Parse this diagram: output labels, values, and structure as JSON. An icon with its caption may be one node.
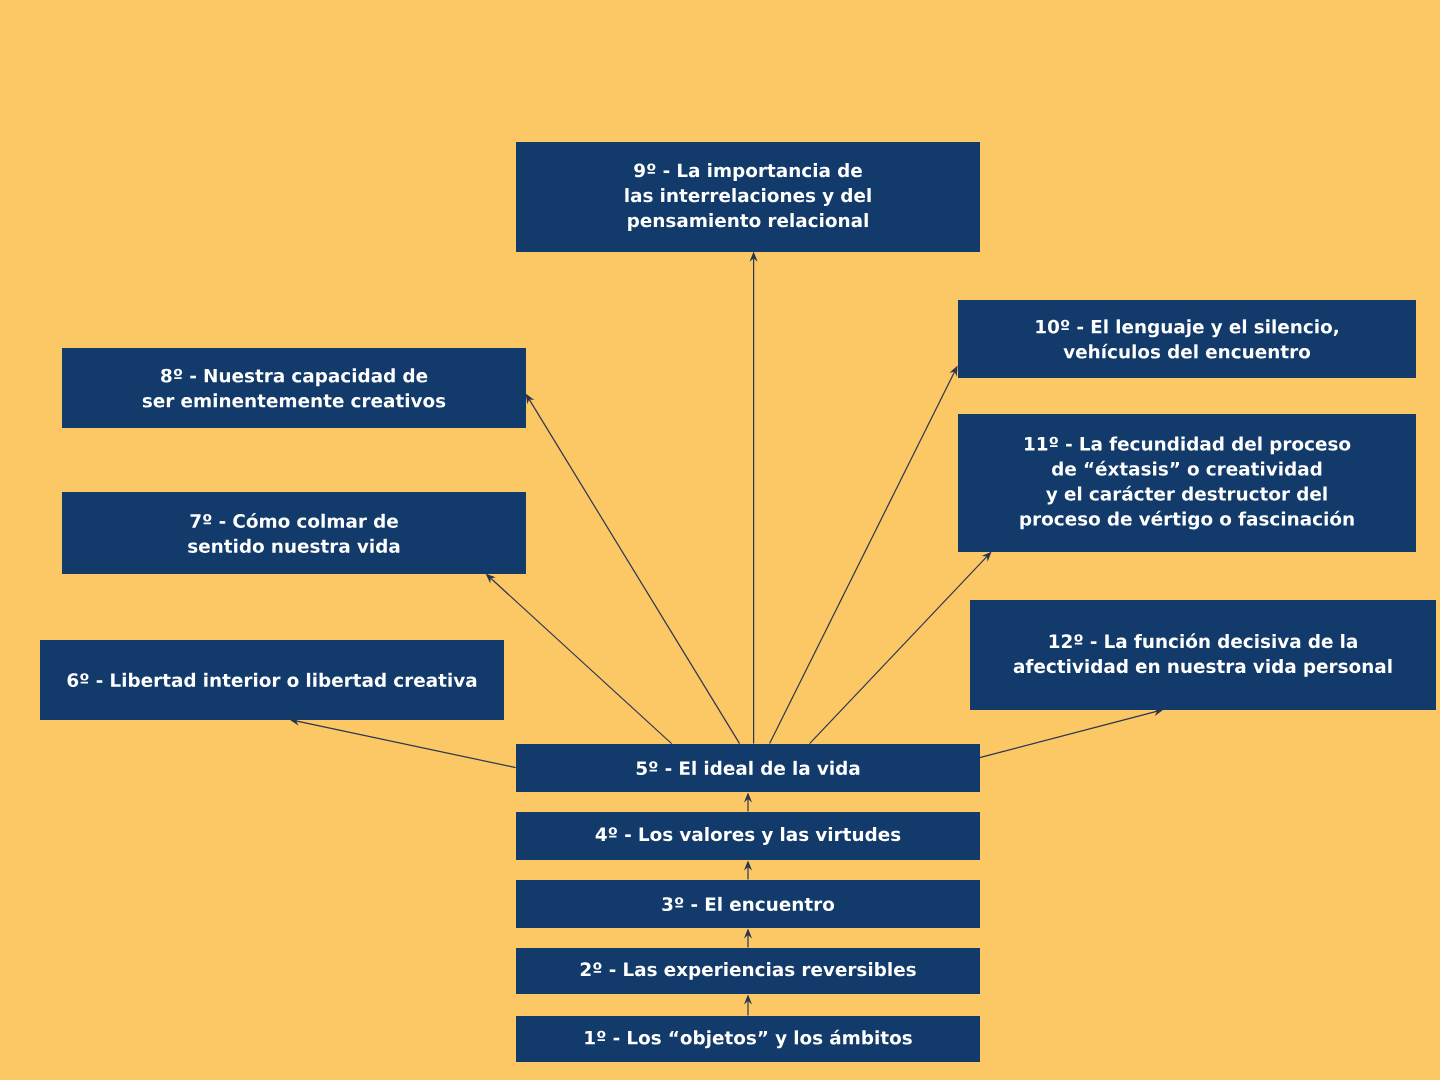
{
  "diagram": {
    "nodes": [
      {
        "text": [
          "1º - Los “objetos” y los ámbitos"
        ]
      },
      {
        "text": [
          "2º - Las experiencias reversibles"
        ]
      },
      {
        "text": [
          "3º - El encuentro"
        ]
      },
      {
        "text": [
          "4º -  Los valores y las virtudes"
        ]
      },
      {
        "text": [
          "5º - El ideal de la vida"
        ]
      },
      {
        "text": [
          "6º - Libertad interior o libertad creativa"
        ]
      },
      {
        "text": [
          "7º - Cómo colmar de sentido nuestra vida"
        ]
      },
      {
        "text": [
          "8º - Nuestra capacidad de ser eminentemente creativos"
        ]
      },
      {
        "text": [
          "9º - La importancia de las interrelaciones y del pensamiento relacional"
        ]
      },
      {
        "text": [
          "10º - El lenguaje y el silencio, vehículos del encuentro"
        ]
      },
      {
        "text": [
          "11º - La fecundidad del proceso de “éxtasis” o creatividad y el carácter destructor del proceso de vértigo o fascinación"
        ]
      },
      {
        "text": [
          "12º - La función decisiva de la afectividad en nuestra vida personal"
        ]
      }
    ],
    "edges": [
      {
        "from": 0,
        "to": 1,
        "arrow": "to"
      },
      {
        "from": 1,
        "to": 2,
        "arrow": "to"
      },
      {
        "from": 2,
        "to": 3,
        "arrow": "to"
      },
      {
        "from": 3,
        "to": 4,
        "arrow": "to"
      },
      {
        "from": 4,
        "to": 5,
        "arrow": "to"
      },
      {
        "from": 4,
        "to": 6,
        "arrow": "to"
      },
      {
        "from": 4,
        "to": 7,
        "arrow": "to"
      },
      {
        "from": 4,
        "to": 8,
        "arrow": "to"
      },
      {
        "from": 4,
        "to": 9,
        "arrow": "to"
      },
      {
        "from": 4,
        "to": 10,
        "arrow": "to"
      },
      {
        "from": 4,
        "to": 11,
        "arrow": "to"
      }
    ]
  }
}
